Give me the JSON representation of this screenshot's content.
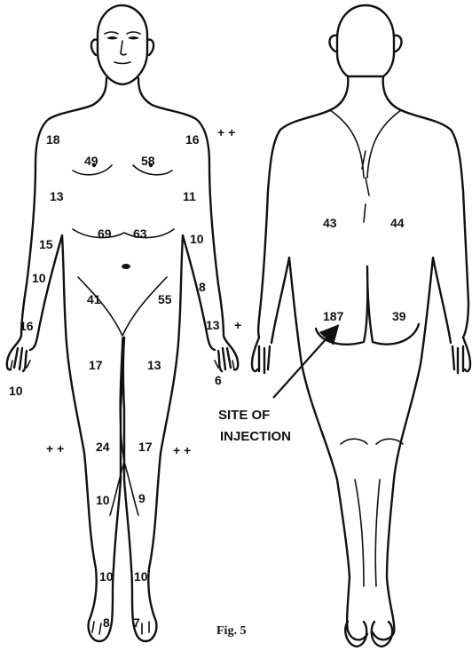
{
  "front_labels": {
    "shoulder_right": "18",
    "shoulder_left": "16",
    "shoulder_left_marker": "+ +",
    "chest_right": "49",
    "chest_left": "58",
    "upper_arm_right": "13",
    "upper_arm_left": "11",
    "abdomen_right": "69",
    "abdomen_left": "63",
    "elbow_right": "15",
    "elbow_left": "10",
    "forearm_right": "10",
    "forearm_left": "8",
    "groin_right": "41",
    "groin_left": "55",
    "wrist_right": "16",
    "wrist_left": "13",
    "wrist_left_marker": "+",
    "thigh_right": "17",
    "thigh_left": "13",
    "hand_right": "10",
    "hand_left": "6",
    "knee_right_marker": "+ +",
    "knee_right": "24",
    "knee_left": "17",
    "knee_left_marker": "+ +",
    "shin_right": "10",
    "shin_left": "9",
    "ankle_right": "10",
    "ankle_left": "10",
    "foot_right": "8",
    "foot_left": "7"
  },
  "back_labels": {
    "back_left": "43",
    "back_right": "44",
    "buttock_left": "187",
    "buttock_right": "39"
  },
  "annotation": {
    "line1": "SITE OF",
    "line2": "INJECTION"
  },
  "caption": "Fig. 5"
}
